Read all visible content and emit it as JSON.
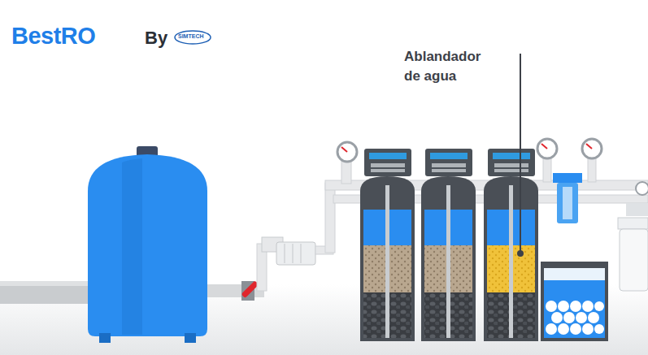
{
  "diagram": {
    "labels": [
      "BestRO",
      "By",
      "SIMTECH",
      "Ablandador de agua"
    ]
  }
}
